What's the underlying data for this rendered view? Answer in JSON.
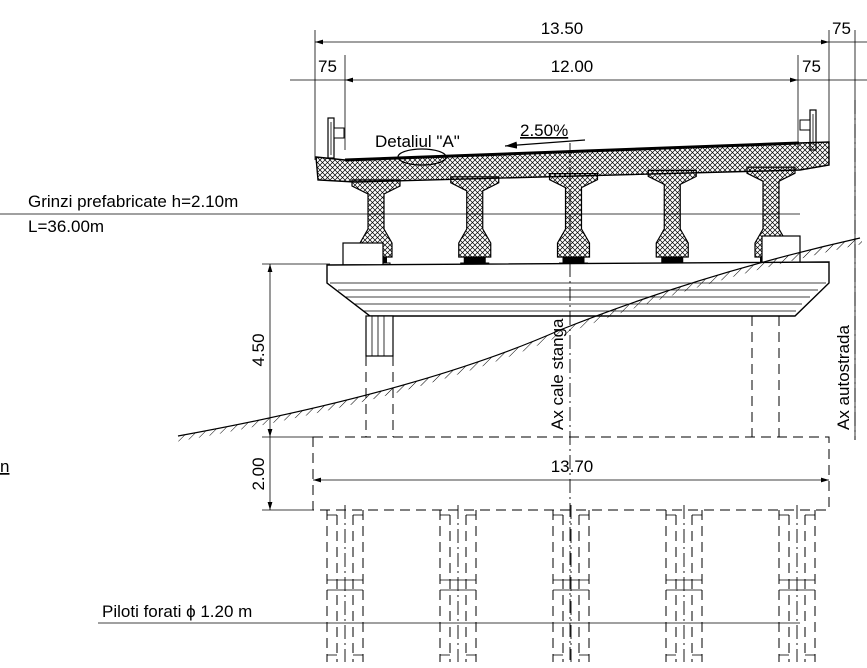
{
  "dimensions": {
    "overall_width": "13.50",
    "right_offset": "75",
    "left_cornice": "75",
    "carriageway": "12.00",
    "right_cornice": "75",
    "pier_height": "4.50",
    "footing_height": "2.00",
    "footing_width": "13.70"
  },
  "labels": {
    "detail": "Detaliul \"A\"",
    "slope": "2.50%",
    "girders_line1": "Grinzi prefabricate  h=2.10m",
    "girders_line2": "L=36.00m",
    "axis_left": "Ax cale stanga",
    "axis_right": "Ax autostrada",
    "piles": "Piloti forati ϕ 1.20 m",
    "edge_mark": "n"
  },
  "counts": {
    "girders": 5,
    "piles": 5
  }
}
